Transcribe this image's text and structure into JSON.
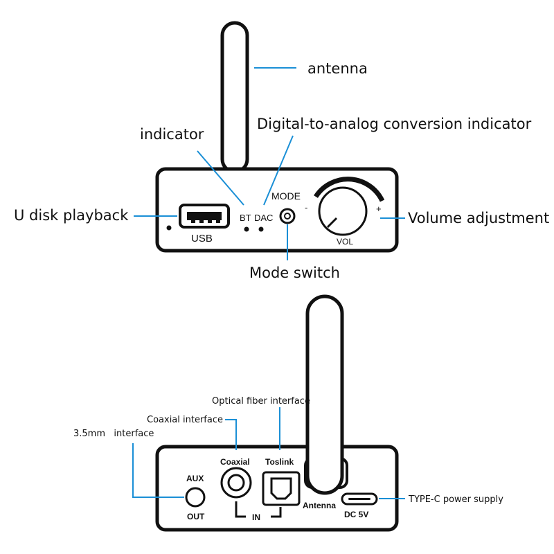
{
  "front": {
    "labels": {
      "antenna": "antenna",
      "indicator": "indicator",
      "dac_indicator": "Digital-to-analog conversion indicator",
      "u_disk": "U disk playback",
      "volume": "Volume adjustment",
      "mode_switch": "Mode switch"
    },
    "panel": {
      "usb": "USB",
      "bt": "BT",
      "dac": "DAC",
      "mode": "MODE",
      "minus": "-",
      "plus": "+",
      "vol": "VOL"
    }
  },
  "back": {
    "labels": {
      "optical": "Optical fiber interface",
      "coaxial": "Coaxial interface",
      "aux_35": "3.5mm   interface",
      "typec": "TYPE-C power supply"
    },
    "panel": {
      "aux": "AUX",
      "out": "OUT",
      "coaxial": "Coaxial",
      "toslink": "Toslink",
      "in": "IN",
      "antenna": "Antenna",
      "dc": "DC 5V"
    }
  },
  "colors": {
    "leader_lines": "#1a8fd6",
    "device_outline": "#111111"
  }
}
